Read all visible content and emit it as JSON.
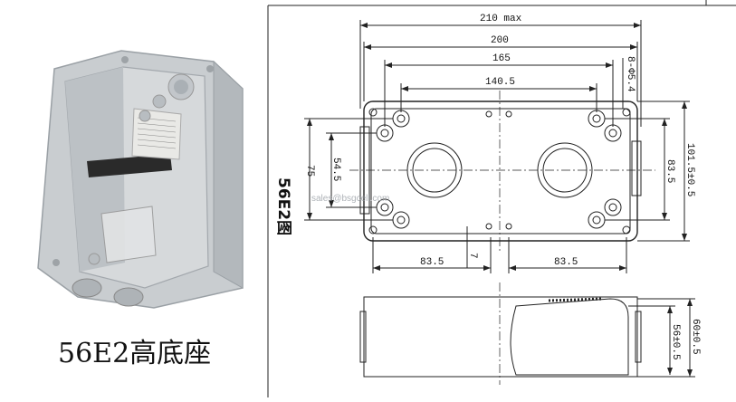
{
  "product": {
    "caption": "56E2高底座",
    "side_label": "56E2图",
    "watermark": "sales@bsgcell.com"
  },
  "dimensions": {
    "overall_max_width": "210 max",
    "body_width": "200",
    "mount_width": "165",
    "inner_width": "140.5",
    "hole_diameter": "8-Φ5.4",
    "left_height": "75",
    "inner_height_left": "54.5",
    "right_height": "83.5",
    "total_height": "101.5±0.5",
    "bottom_offset": "7",
    "bottom_left": "83.5",
    "bottom_right": "83.5",
    "side_depth_total": "60±0.5",
    "side_depth_inner": "56±0.5"
  },
  "colors": {
    "line": "#222222",
    "photo_body": "#bfc3c6",
    "photo_shadow": "#8e9398"
  }
}
